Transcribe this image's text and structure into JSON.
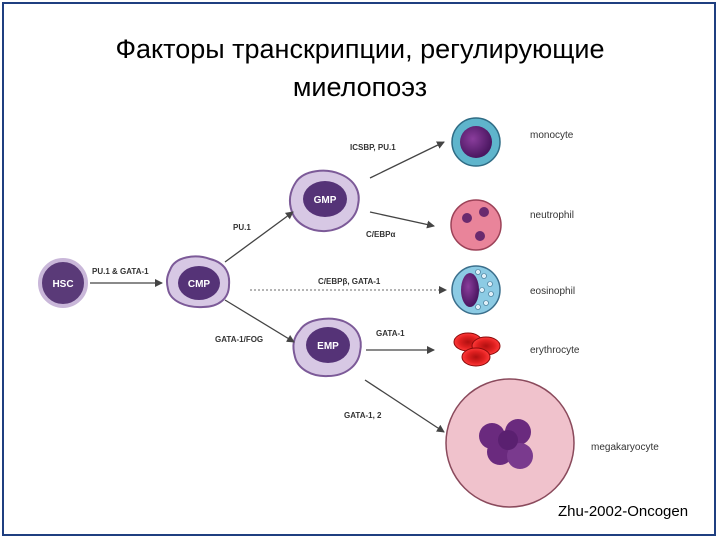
{
  "title": {
    "line1": "Факторы транскрипции, регулирующие",
    "line2": "миелопоэз"
  },
  "nodes": {
    "hsc": "HSC",
    "cmp": "CMP",
    "gmp": "GMP",
    "emp": "EMP"
  },
  "edges": {
    "hsc_cmp": "PU.1 & GATA-1",
    "cmp_gmp": "PU.1",
    "cmp_emp": "GATA-1/FOG",
    "gmp_monocyte": "ICSBP, PU.1",
    "gmp_neutrophil": "C/EBPα",
    "cmp_eosinophil": "C/EBPβ, GATA-1",
    "emp_erythrocyte": "GATA-1",
    "emp_megakaryocyte": "GATA-1, 2"
  },
  "cells": {
    "monocyte": "monocyte",
    "neutrophil": "neutrophil",
    "eosinophil": "eosinophil",
    "erythrocyte": "erythrocyte",
    "megakaryocyte": "megakaryocyte"
  },
  "credit": "Zhu-2002-Oncogen"
}
